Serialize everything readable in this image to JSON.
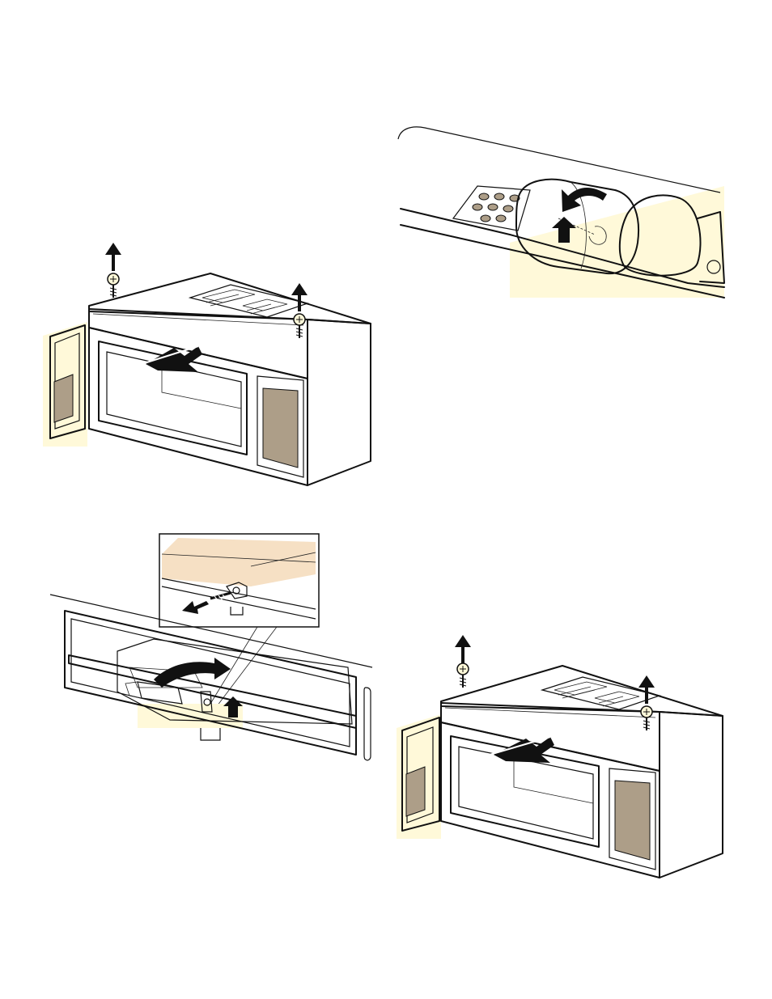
{
  "document": {
    "figures": [
      {
        "id": "fig-microwave-top-left",
        "subject": "microwave-remove-vent-grille-screws"
      },
      {
        "id": "fig-bulb-closeup",
        "subject": "cooktop-light-bulb-replace"
      },
      {
        "id": "fig-cooktop-lamp-cover",
        "subject": "light-cover-screw-removal"
      },
      {
        "id": "fig-microwave-bottom-right",
        "subject": "microwave-remove-vent-grille-screws"
      }
    ],
    "colors": {
      "cream": "#fff9d9",
      "tan": "#f0dcc0",
      "peach": "#f6e0c4",
      "taupe": "#ad9e88",
      "bulb": "#f3e0c0",
      "ink": "#111111"
    }
  }
}
